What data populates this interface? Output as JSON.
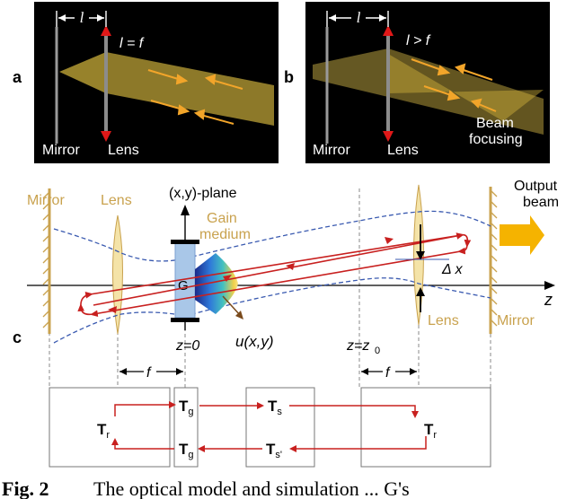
{
  "panel_a": {
    "label": "a",
    "distance_symbol": "l",
    "condition": "l = f",
    "mirror_label": "Mirror",
    "lens_label": "Lens"
  },
  "panel_b": {
    "label": "b",
    "distance_symbol": "l",
    "condition": "l > f",
    "mirror_label": "Mirror",
    "lens_label": "Lens",
    "beam_label_line1": "Beam",
    "beam_label_line2": "focusing"
  },
  "panel_c": {
    "label": "c",
    "left_mirror": "Mirror",
    "left_lens": "Lens",
    "plane_label": "(x,y)-plane",
    "gain_line1": "Gain",
    "gain_line2": "medium",
    "gain_symbol": "G",
    "output_line1": "Output",
    "output_line2": "beam",
    "delta_x": "Δ x",
    "z_axis": "z",
    "z0_label": "z=0",
    "zz0_label": "z=z",
    "zz0_sub": "0",
    "field_label": "u(x,y)",
    "right_lens": "Lens",
    "right_mirror": "Mirror",
    "f_left": "f",
    "f_right": "f"
  },
  "matrices": {
    "Tr_left": "T",
    "Tr_left_sub": "r",
    "Tg_top": "T",
    "Tg_top_sub": "g",
    "Tg_bottom": "T",
    "Tg_bottom_sub": "g",
    "Ts": "T",
    "Ts_sub": "s",
    "Ts_prime": "T",
    "Ts_prime_sub": "s'",
    "Tr_right": "T",
    "Tr_right_sub": "r"
  },
  "caption": {
    "fig_label": "Fig. 2",
    "text": "The optical model and simulation ... G's"
  },
  "colors": {
    "beam_yellow": "#e8c84a",
    "arrow_orange": "#f2a52a",
    "optic_tan": "#c9a24e",
    "dashed_blue": "#3a5ab0",
    "ray_red": "#c8201f",
    "gain_blue": "#a9c7e8",
    "output_orange": "#f5b300"
  }
}
